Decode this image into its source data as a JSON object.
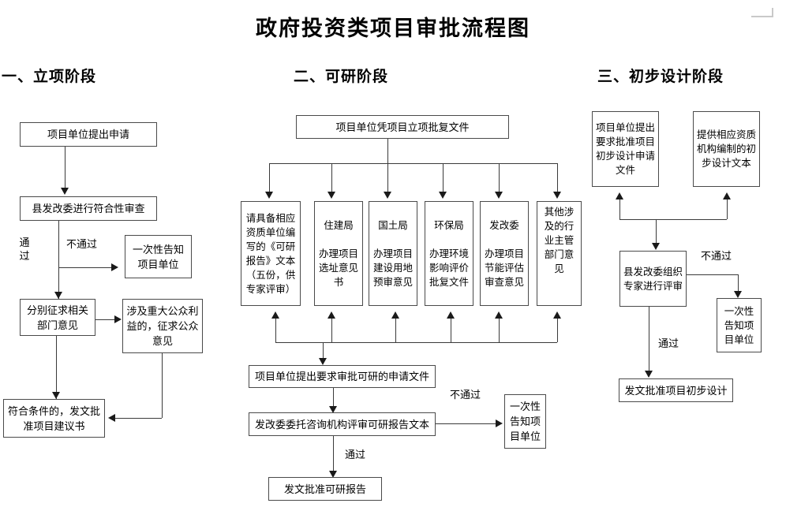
{
  "document": {
    "title": "政府投资类项目审批流程图"
  },
  "sections": [
    {
      "id": "stage-1",
      "label": "一、立项阶段"
    },
    {
      "id": "stage-2",
      "label": "二、可研阶段"
    },
    {
      "id": "stage-3",
      "label": "三、初步设计阶段"
    }
  ],
  "stage1": {
    "nodes": {
      "apply": "项目单位提出申请",
      "review": "县发改委进行符合性审查",
      "notify_once": "一次性告知项目单位",
      "solicit_depts": "分别征求相关部门意见",
      "public_opinion": "涉及重大公众利益的，征求公众意见",
      "approve_proposal": "符合条件的，发文批准项目建议书"
    },
    "edges": {
      "pass": "通过",
      "fail": "不通过"
    }
  },
  "stage2": {
    "nodes": {
      "root": "项目单位凭项目立项批复文件",
      "branch_1": "请具备相应资质单位编写的《可研报告》文本（五份，供专家评审）",
      "branch_2": "住建局\n\n办理项目选址意见书",
      "branch_3": "国土局\n\n办理项目建设用地预审意见",
      "branch_4": "环保局\n\n办理环境影响评价批复文件",
      "branch_5": "发改委\n\n办理项目节能评估审查意见",
      "branch_6": "其他涉及的行业主管部门意见",
      "apply_review": "项目单位提出要求审批可研的申请文件",
      "expert_review": "发改委委托咨询机构评审可研报告文本",
      "notify_once": "一次性告知项目单位",
      "approve_report": "发文批准可研报告"
    },
    "edges": {
      "fail": "不通过",
      "pass": "通过"
    }
  },
  "stage3": {
    "nodes": {
      "apply_doc": "项目单位提出要求批准项目初步设计申请文件",
      "design_text": "提供相应资质机构编制的初步设计文本",
      "expert_review": "县发改委组织专家进行评审",
      "notify_once": "一次性告知项目单位",
      "approve_design": "发文批准项目初步设计"
    },
    "edges": {
      "fail": "不通过",
      "pass": "通过"
    }
  },
  "style": {
    "border_color": "#4a4a4a",
    "line_color": "#3a3a3a",
    "text_color": "#000000",
    "background": "#ffffff"
  }
}
